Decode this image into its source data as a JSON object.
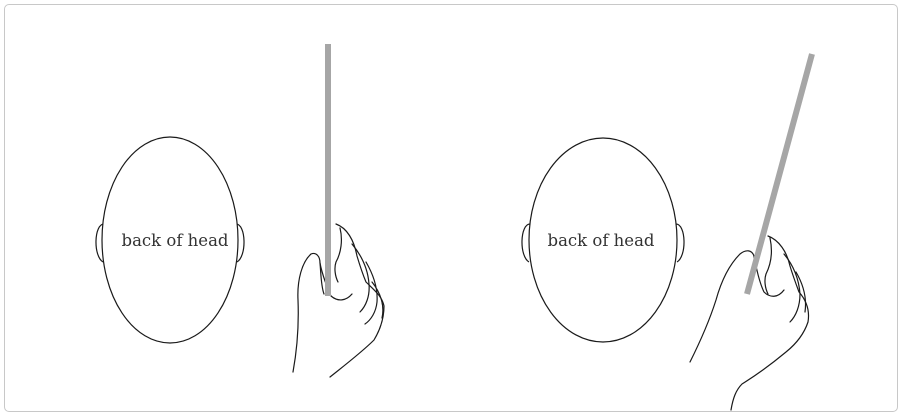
{
  "panels": [
    {
      "id": "vertical",
      "head_label": "back of head"
    },
    {
      "id": "tilted",
      "head_label": "back of head"
    }
  ],
  "colors": {
    "rod": "#a6a6a6",
    "outline": "#1a1a1a",
    "frame_border": "#c8c8c8"
  }
}
